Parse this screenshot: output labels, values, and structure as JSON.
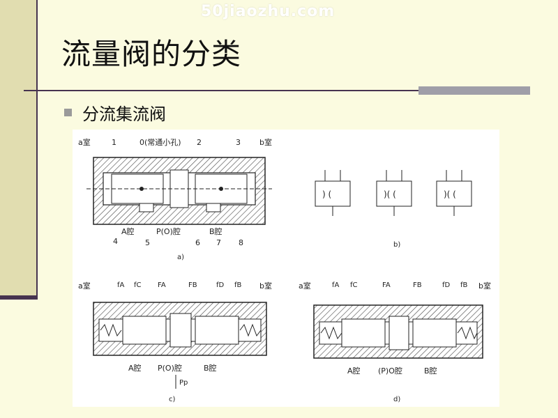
{
  "watermark": "50jiaozhu.com",
  "slide": {
    "title": "流量阀的分类",
    "bullet": "分流集流阀"
  },
  "figure": {
    "a": {
      "caption": "a)",
      "chamber_left": "a室",
      "chamber_right": "b室",
      "orifice_label": "0(常通小孔)",
      "port_A": "A腔",
      "port_P": "P(O)腔",
      "port_B": "B腔",
      "num_1": "1",
      "num_2": "2",
      "num_3": "3",
      "num_4": "4",
      "num_5": "5",
      "num_6": "6",
      "num_7": "7",
      "num_8": "8"
    },
    "b": {
      "caption": "b)"
    },
    "c": {
      "caption": "c)",
      "chamber_left": "a室",
      "chamber_right": "b室",
      "f_A": "fA",
      "f_C": "fC",
      "F_A": "FA",
      "F_B": "FB",
      "f_D": "fD",
      "f_B": "fB",
      "port_A": "A腔",
      "port_P": "P(O)腔",
      "port_B": "B腔",
      "pressure": "Pp"
    },
    "d": {
      "caption": "d)",
      "chamber_left": "a室",
      "chamber_right": "b室",
      "f_A": "fA",
      "f_C": "fC",
      "F_A": "FA",
      "F_B": "FB",
      "f_D": "fD",
      "f_B": "fB",
      "port_A": "A腔",
      "port_P": "(P)O腔",
      "port_B": "B腔"
    }
  }
}
